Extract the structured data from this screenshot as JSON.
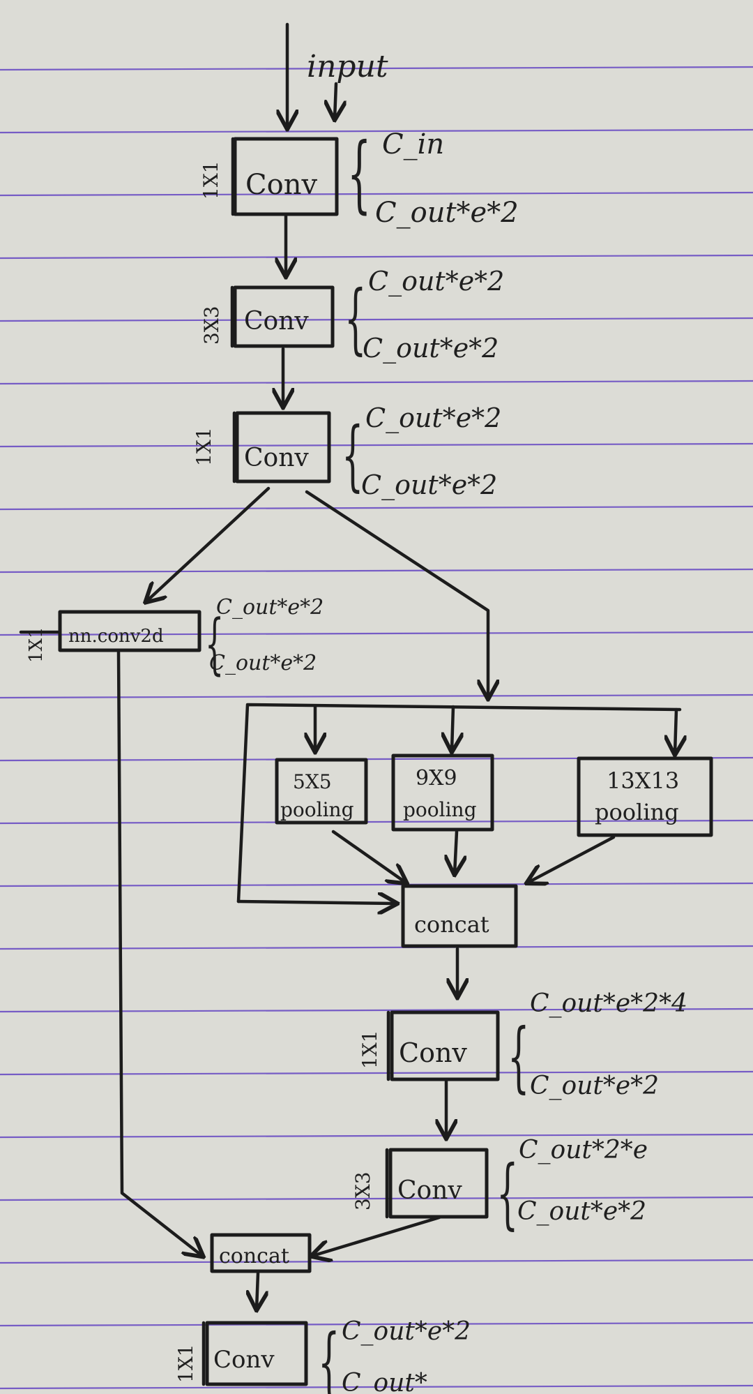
{
  "input_label": "input",
  "nodes": {
    "conv1": {
      "op": "Conv",
      "kernel": "1X1",
      "ch_in": "C_in",
      "ch_out": "C_out*e*2"
    },
    "conv2": {
      "op": "Conv",
      "kernel": "3X3",
      "ch_in": "C_out*e*2",
      "ch_out": "C_out*e*2"
    },
    "conv3": {
      "op": "Conv",
      "kernel": "1X1",
      "ch_in": "C_out*e*2",
      "ch_out": "C_out*e*2"
    },
    "nn_conv": {
      "op": "nn.conv2d",
      "kernel": "1X1",
      "ch_in": "C_out*e*2",
      "ch_out": "C_out*e*2"
    },
    "pool5": {
      "line1": "5X5",
      "line2": "pooling"
    },
    "pool9": {
      "line1": "9X9",
      "line2": "pooling"
    },
    "pool13": {
      "line1": "13X13",
      "line2": "pooling"
    },
    "concat1": {
      "op": "concat"
    },
    "conv4": {
      "op": "Conv",
      "kernel": "1X1",
      "ch_in": "C_out*e*2*4",
      "ch_out": "C_out*e*2"
    },
    "conv5": {
      "op": "Conv",
      "kernel": "3X3",
      "ch_in": "C_out*2*e",
      "ch_out": "C_out*e*2"
    },
    "concat2": {
      "op": "concat"
    },
    "conv6": {
      "op": "Conv",
      "kernel": "1X1",
      "ch_in": "C_out*e*2",
      "ch_out": "C_out*"
    }
  },
  "colors": {
    "paper": "#dcdcd6",
    "ink": "#1c1c1c",
    "rule": "#6b4fc4"
  }
}
